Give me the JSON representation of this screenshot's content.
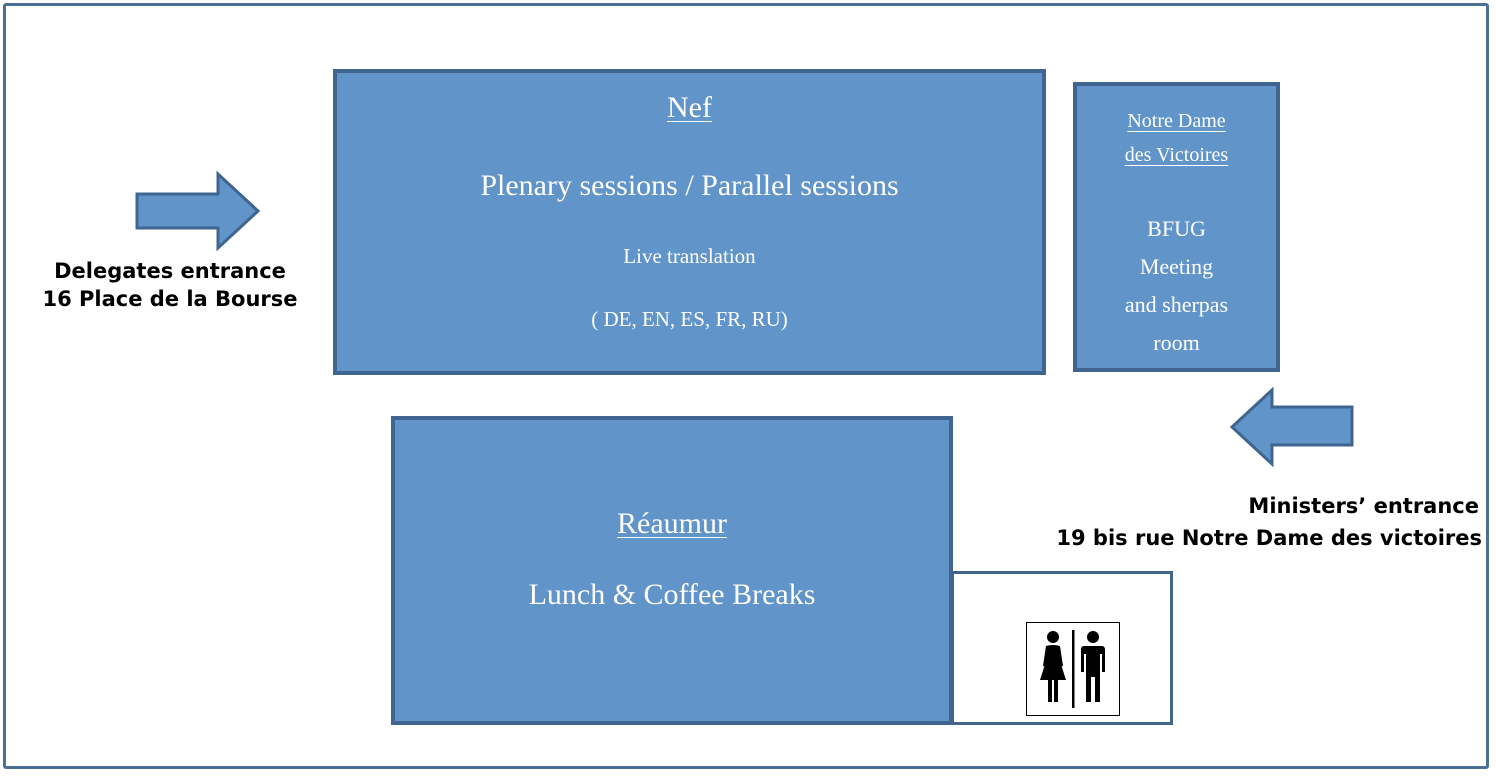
{
  "rooms": {
    "nef": {
      "title": "Nef",
      "subtitle": "Plenary sessions / Parallel sessions",
      "line1": "Live translation",
      "line2": "( DE, EN, ES, FR, RU)"
    },
    "notre_dame": {
      "title_line1": "Notre Dame",
      "title_line2": "des Victoires",
      "line1": "BFUG",
      "line2": "Meeting",
      "line3": "and sherpas",
      "line4": "room"
    },
    "reaumur": {
      "title": "Réaumur",
      "subtitle": "Lunch & Coffee Breaks"
    }
  },
  "entrances": {
    "delegates": {
      "line1": "Delegates entrance",
      "line2": "16 Place de la Bourse"
    },
    "ministers": {
      "line1": "Ministers’ entrance",
      "line2": "19 bis rue Notre Dame des victoires"
    }
  },
  "icons": {
    "arrow_right": "arrow-right-icon",
    "arrow_left": "arrow-left-icon",
    "restroom": "restroom-icon"
  },
  "colors": {
    "room_fill": "#6194c8",
    "room_border": "#3f6590",
    "frame_border": "#4a6e96"
  }
}
